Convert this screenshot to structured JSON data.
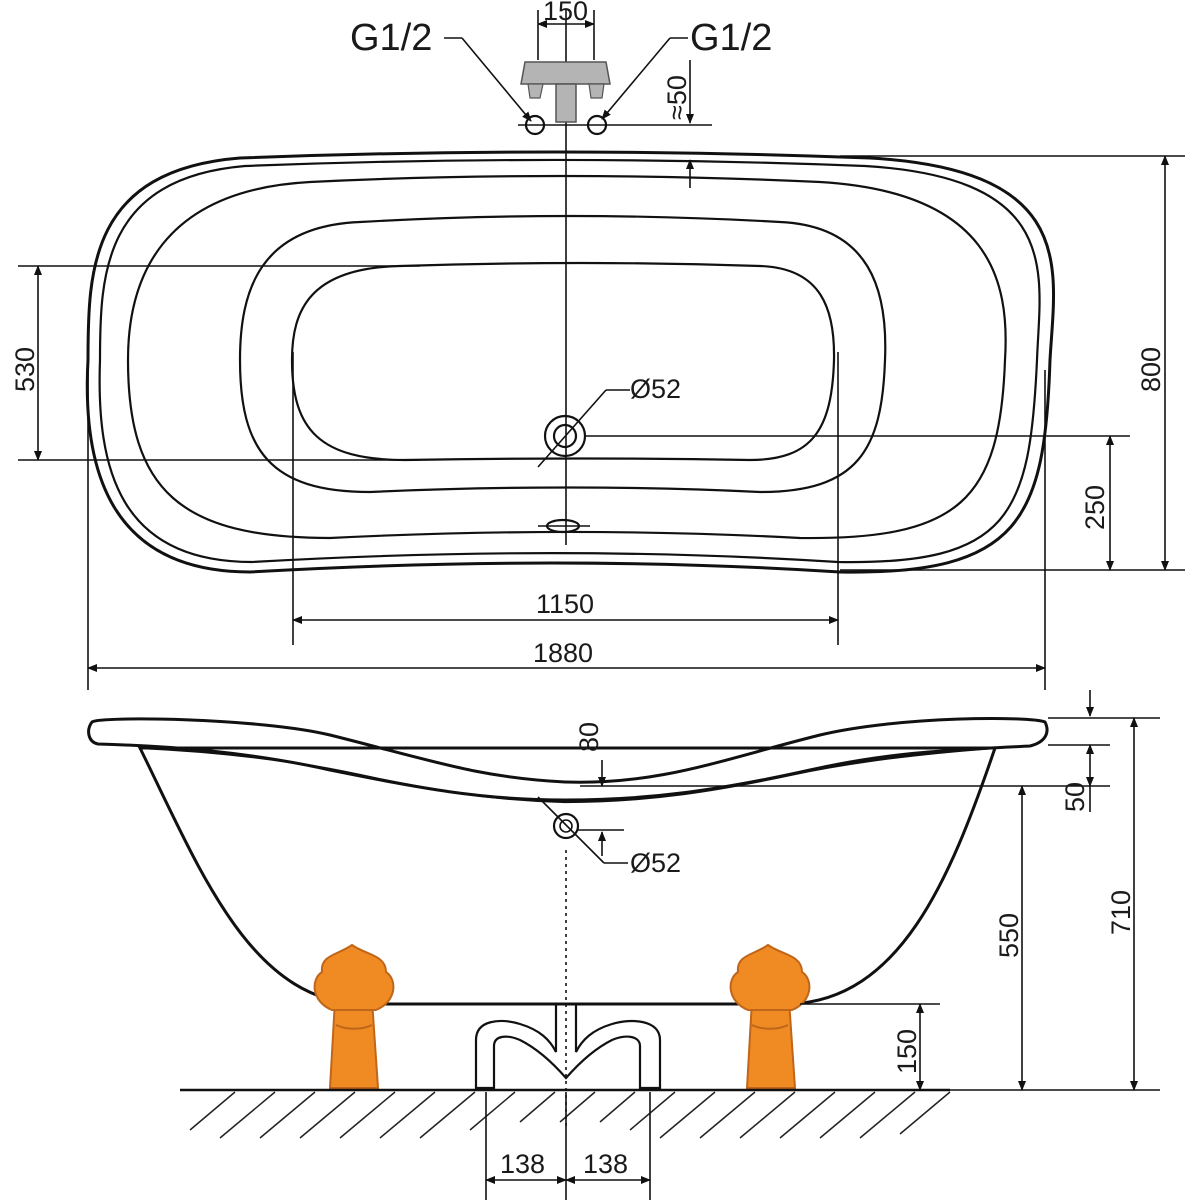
{
  "top_view": {
    "thread_left": "G1/2",
    "thread_right": "G1/2",
    "dim_tap_spacing": "150",
    "dim_tap_offset": "≈50",
    "dim_width": "800",
    "dim_inner_width": "530",
    "dim_drain_offset": "250",
    "dim_drain_diameter": "Ø52",
    "dim_inner_length": "1150",
    "dim_length": "1880"
  },
  "side_view": {
    "dim_rim_height": "80",
    "dim_overflow_offset": "50",
    "dim_overflow_diameter": "Ø52",
    "dim_overflow_height": "550",
    "dim_total_height": "710",
    "dim_leg_height": "150",
    "dim_waste_left": "138",
    "dim_waste_right": "138"
  },
  "colors": {
    "line": "#111111",
    "tub_fill": "#eeeeee",
    "leg_fill": "#f08a22",
    "leg_stroke": "#c0661a",
    "tap_fill": "#b4b4b4"
  }
}
